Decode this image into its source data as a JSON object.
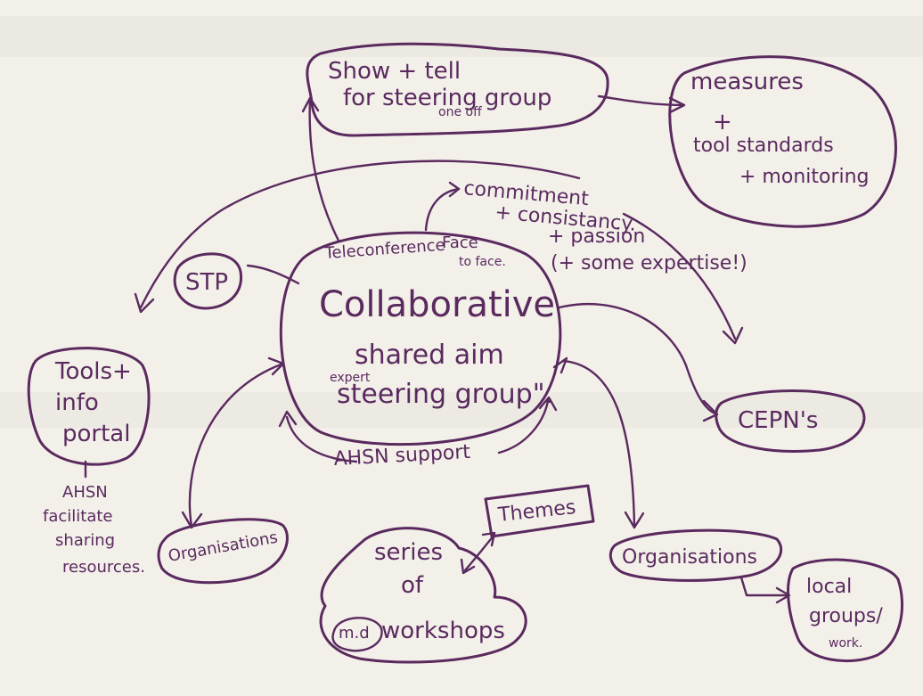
{
  "center": {
    "title": "Collaborative",
    "line2": "shared aim",
    "note_expert": "expert",
    "line3": "steering group\".",
    "telecon": "Teleconference",
    "face": "Face",
    "face2": "to face."
  },
  "show_tell": {
    "line1": "Show + tell",
    "line2": "for steering group",
    "note": "one off"
  },
  "measures": {
    "line1": "measures",
    "plus": "+",
    "line2": "tool standards",
    "line3": "+ monitoring"
  },
  "commitment": {
    "line1": "commitment",
    "line2": "+ consistancy.",
    "line3": "+ passion",
    "line4": "(+ some expertise!)"
  },
  "stp": "STP",
  "tools": {
    "line1": "Tools+",
    "line2": "info",
    "line3": "portal"
  },
  "ahsn_facilitate": {
    "line1": "AHSN",
    "line2": "facilitate",
    "line3": "sharing",
    "line4": "resources."
  },
  "cepns": "CEPN's",
  "ahsn_support": "AHSN support",
  "organisations_left": "Organisations",
  "organisations_right": "Organisations",
  "themes": "Themes",
  "workshops": {
    "line1": "series",
    "line2": "of",
    "md": "m.d",
    "line3": "workshops"
  },
  "local": {
    "line1": "local",
    "line2": "groups/",
    "line3": "work."
  }
}
